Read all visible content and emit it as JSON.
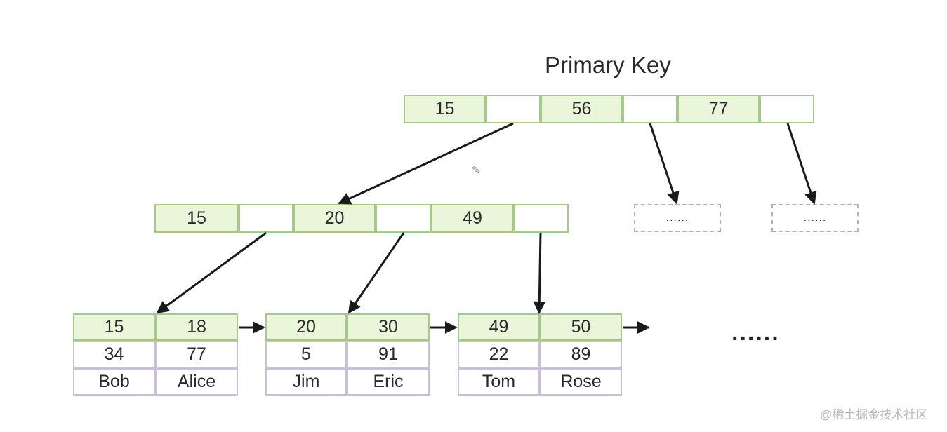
{
  "title": "Primary Key",
  "root": {
    "keys": [
      "15",
      "56",
      "77"
    ]
  },
  "internal": {
    "keys": [
      "15",
      "20",
      "49"
    ]
  },
  "placeholders": [
    "......",
    "......"
  ],
  "leaves": [
    {
      "keys": [
        "15",
        "18"
      ],
      "col2": [
        "34",
        "77"
      ],
      "col3": [
        "Bob",
        "Alice"
      ]
    },
    {
      "keys": [
        "20",
        "30"
      ],
      "col2": [
        "5",
        "91"
      ],
      "col3": [
        "Jim",
        "Eric"
      ]
    },
    {
      "keys": [
        "49",
        "50"
      ],
      "col2": [
        "22",
        "89"
      ],
      "col3": [
        "Tom",
        "Rose"
      ]
    }
  ],
  "trailing_ellipsis": "......",
  "watermark": "@稀土掘金技术社区",
  "colors": {
    "key_fill": "#eaf6d9",
    "key_border": "#a6c88a",
    "data_border": "#c7c0d8",
    "arrow": "#1a1a1a",
    "placeholder_border": "#b4b4a4"
  }
}
